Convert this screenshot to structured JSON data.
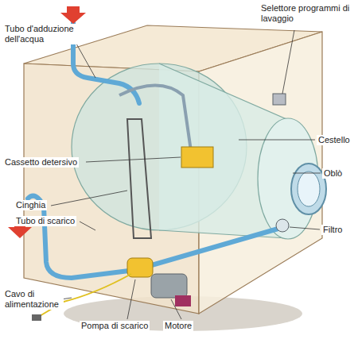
{
  "diagram": {
    "labels": [
      "Tubo d'adduzione dell'acqua",
      "Selettore programmi di lavaggio",
      "Cassetto detersivo",
      "Cestello",
      "Oblò",
      "Cinghia",
      "Tubo di scarico",
      "Filtro",
      "Cavo di alimentazione",
      "Pompa di scarico",
      "Motore"
    ]
  }
}
